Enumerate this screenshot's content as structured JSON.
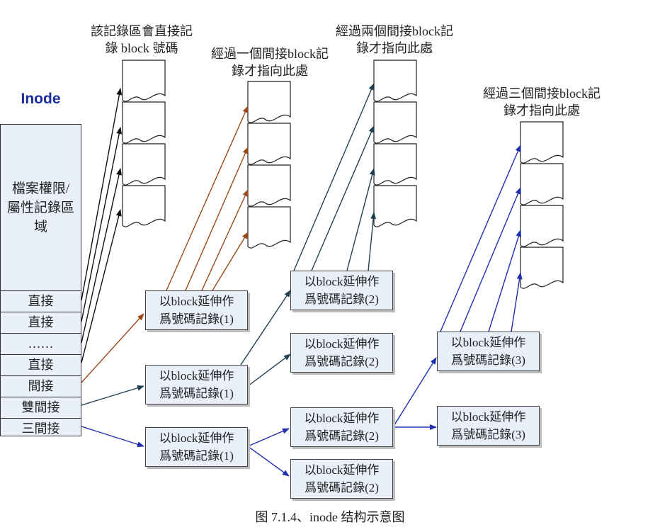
{
  "inode": {
    "title": "Inode",
    "attr_area": "檔案權限/\n屬性記錄區\n域",
    "rows": [
      "直接",
      "直接",
      "……",
      "直接",
      "間接",
      "雙間接",
      "三間接"
    ]
  },
  "labels": {
    "direct": "該記錄區會直接記\n錄 block 號碼",
    "indirect": "經過一個間接block記\n錄才指向此處",
    "double": "經過兩個間接block記\n錄才指向此處",
    "triple": "經過三個間接block記\n錄才指向此處"
  },
  "ptr_block": {
    "level1": "以block延伸作\n爲號碼記錄(1)",
    "level2": "以block延伸作\n爲號碼記錄(2)",
    "level3": "以block延伸作\n爲號碼記錄(3)"
  },
  "caption": "图 7.1.4、inode 结构示意图",
  "colors": {
    "direct_arrow": "#111111",
    "indirect_arrow": "#9a4a1a",
    "double_arrow": "#1e3f52",
    "triple_arrow": "#1e2fb0",
    "inode_title": "#1a2ea0",
    "box_fill": "#e9eff8"
  }
}
